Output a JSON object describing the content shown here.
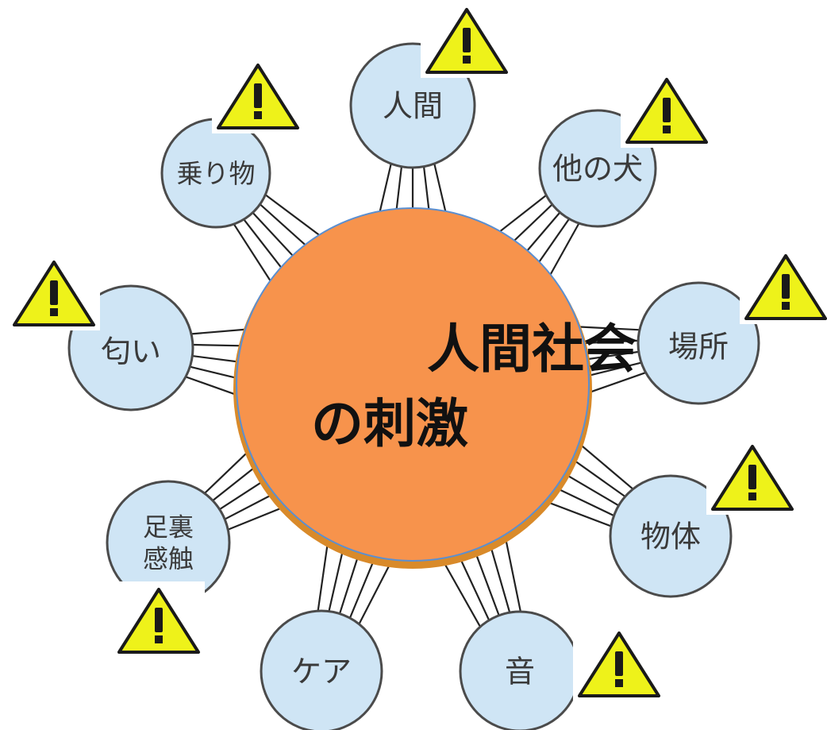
{
  "diagram": {
    "center": {
      "lines": [
        "人間社会",
        "の刺激"
      ],
      "fill": "#f7934c",
      "edge": "#5b8fd0"
    },
    "nodes": [
      {
        "id": "human",
        "lines": [
          "人間"
        ],
        "warning": true
      },
      {
        "id": "other-dogs",
        "lines": [
          "他の犬"
        ],
        "warning": true
      },
      {
        "id": "place",
        "lines": [
          "場所"
        ],
        "warning": true
      },
      {
        "id": "object",
        "lines": [
          "物体"
        ],
        "warning": true
      },
      {
        "id": "sound",
        "lines": [
          "音"
        ],
        "warning": true
      },
      {
        "id": "care",
        "lines": [
          "ケア"
        ],
        "warning": false
      },
      {
        "id": "paw-touch",
        "lines": [
          "足裏",
          "感触"
        ],
        "warning": true
      },
      {
        "id": "smell",
        "lines": [
          "匂い"
        ],
        "warning": true
      },
      {
        "id": "vehicle",
        "lines": [
          "乗り物"
        ],
        "warning": true
      }
    ],
    "colors": {
      "node_fill": "#cfe5f5",
      "node_stroke": "#4b4b4b",
      "connector": "#222222",
      "warning_fill": "#eef21a",
      "warning_stroke": "#1a1a1a",
      "warning_mark": "#1a1a1a"
    },
    "icons": {
      "warning": "warning-triangle-icon"
    }
  }
}
